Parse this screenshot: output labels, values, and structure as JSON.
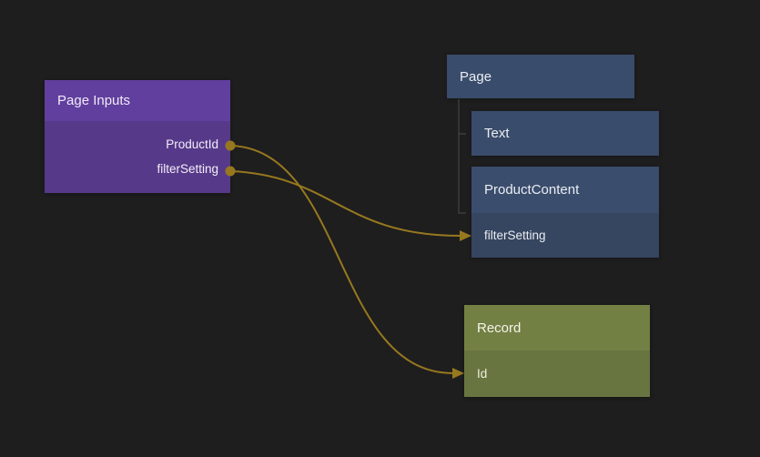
{
  "editor": {
    "background_color": "#1e1e1e",
    "connection_color": "#97781f",
    "tree_line_color": "#4b4b4b"
  },
  "nodes": {
    "page_inputs": {
      "title": "Page Inputs",
      "header_color": "#613f9e",
      "body_color": "#57398a",
      "outputs": [
        {
          "label": "ProductId"
        },
        {
          "label": "filterSetting"
        }
      ]
    },
    "page": {
      "title": "Page",
      "color": "#3a4c6b"
    },
    "text": {
      "title": "Text",
      "color": "#3a4c6b"
    },
    "product_content": {
      "title": "ProductContent",
      "header_color": "#3b4d6d",
      "row_color": "#364560",
      "inputs": [
        {
          "label": "filterSetting"
        }
      ]
    },
    "record": {
      "title": "Record",
      "header_color": "#738044",
      "row_color": "#697540",
      "inputs": [
        {
          "label": "Id"
        }
      ]
    }
  },
  "connections": [
    {
      "from": "Page Inputs.ProductId",
      "to": "Record.Id"
    },
    {
      "from": "Page Inputs.filterSetting",
      "to": "ProductContent.filterSetting"
    }
  ]
}
